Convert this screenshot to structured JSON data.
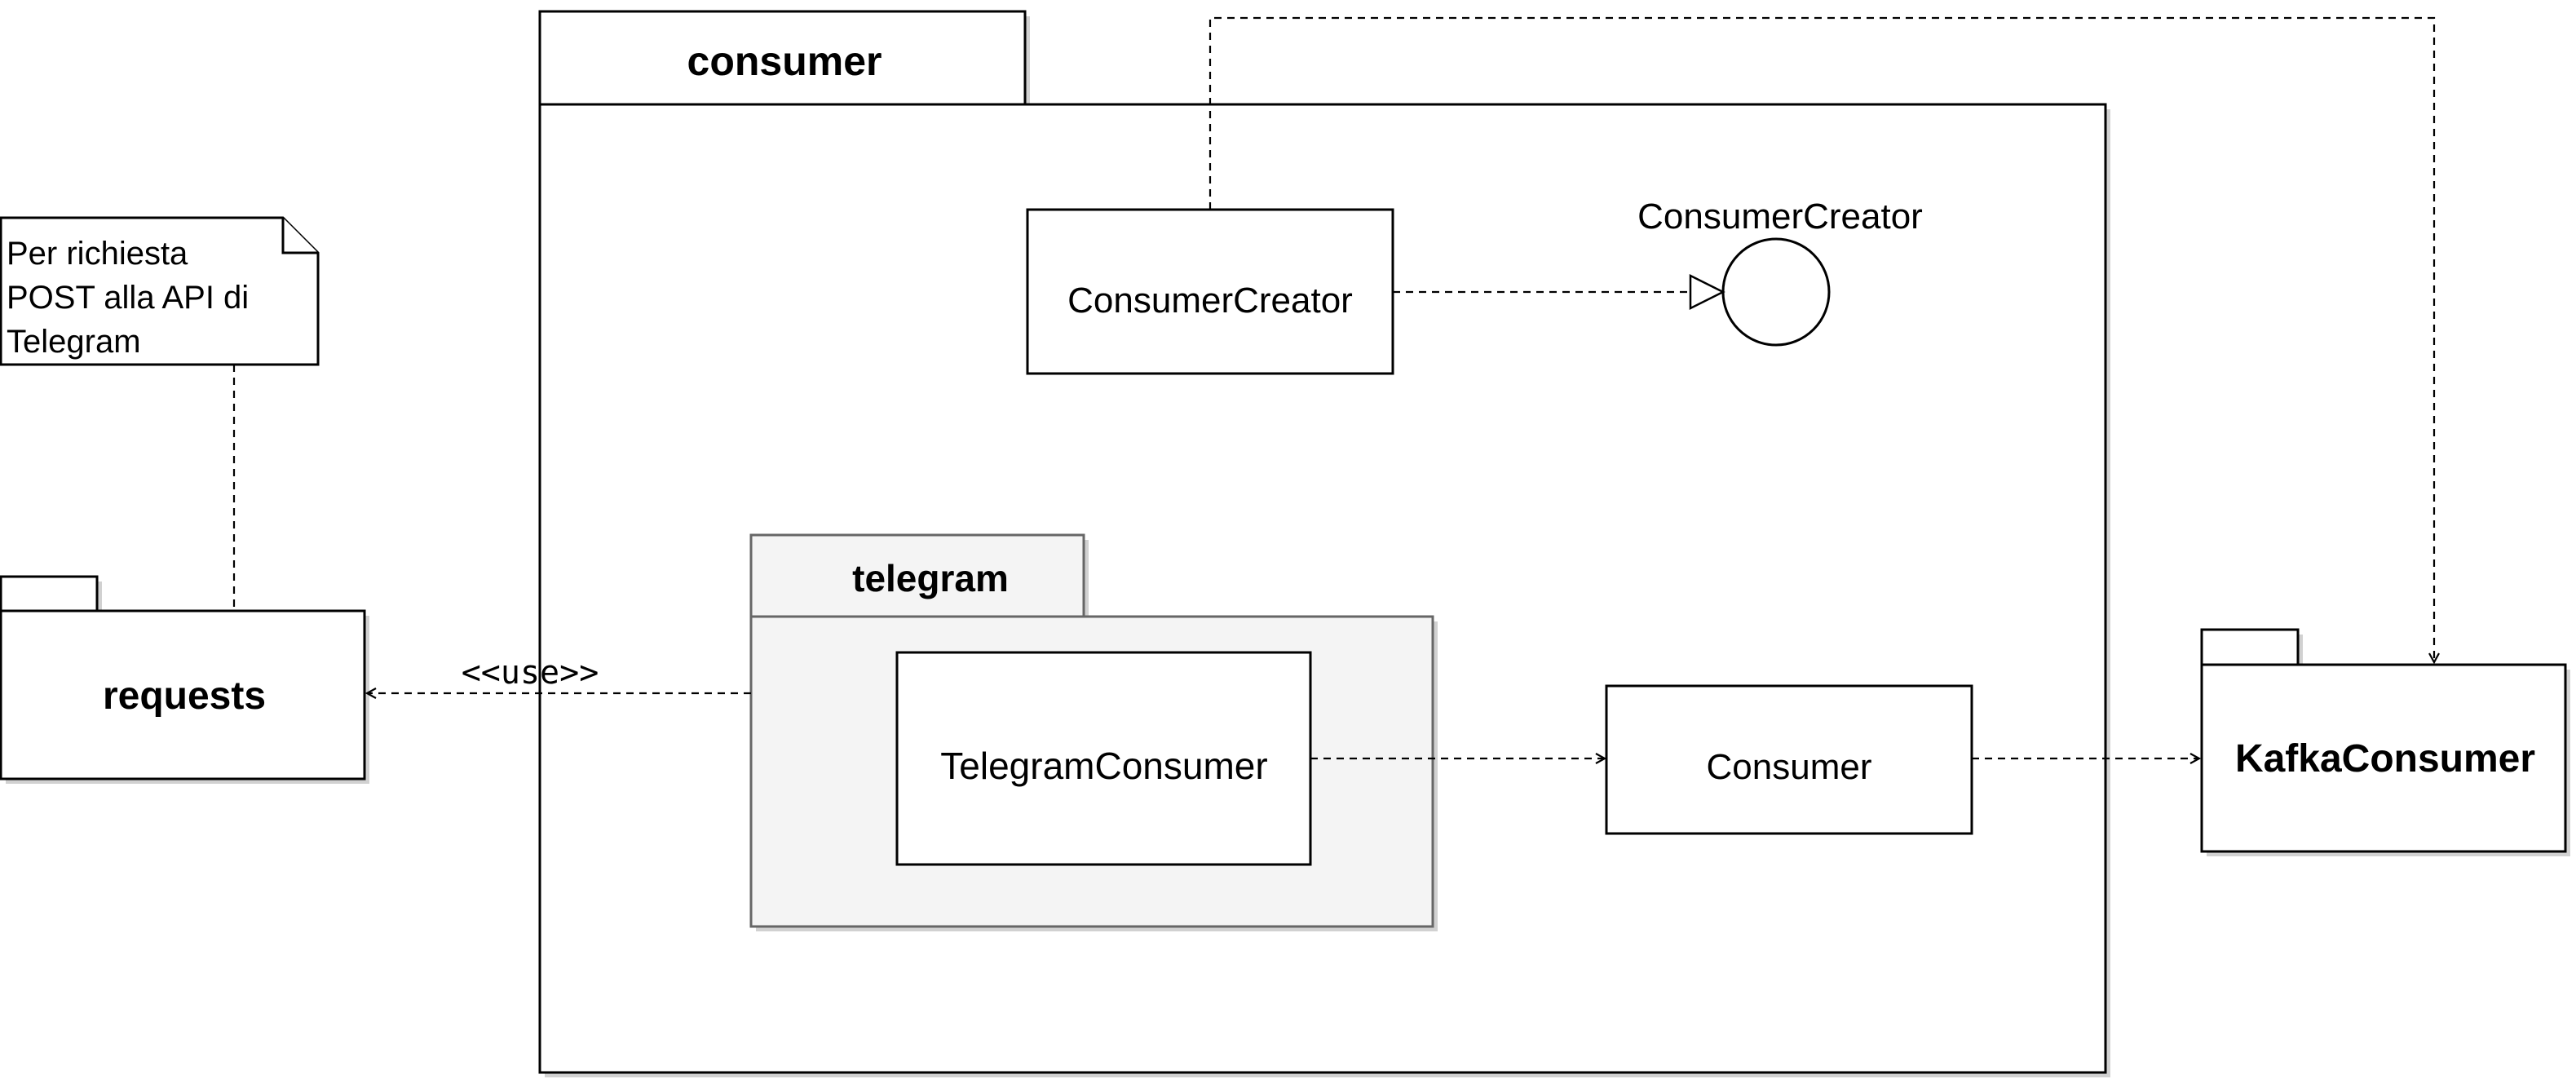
{
  "packages": {
    "consumer": {
      "name": "consumer"
    },
    "telegram": {
      "name": "telegram"
    },
    "requests": {
      "name": "requests"
    },
    "kafka": {
      "name": "KafkaConsumer"
    }
  },
  "classes": {
    "consumer_creator": "ConsumerCreator",
    "telegram_consumer": "TelegramConsumer",
    "consumer": "Consumer"
  },
  "interface": {
    "label": "ConsumerCreator"
  },
  "note": {
    "lines": [
      "Per richiesta",
      "POST alla API di",
      "Telegram"
    ]
  },
  "relations": {
    "use_label": "<<use>>"
  },
  "colors": {
    "telegram_fill": "#f4f4f4",
    "border": "#000000",
    "telegram_border": "#666666"
  }
}
